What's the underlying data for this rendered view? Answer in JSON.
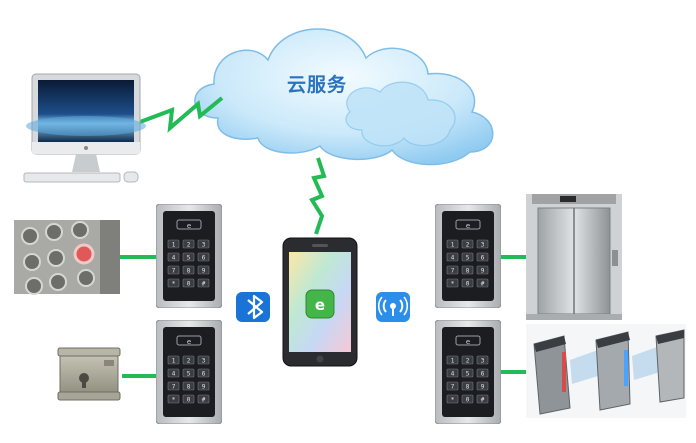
{
  "cloud": {
    "label": "云服务"
  },
  "colors": {
    "link_green": "#22bb55",
    "cloud_light": "#d9effb",
    "cloud_mid": "#9fd3f3",
    "label_blue": "#2a73bf",
    "bluetooth_blue": "#1a73d6",
    "wireless_blue": "#2b8ee8"
  },
  "icons": {
    "bluetooth": "bluetooth-icon",
    "wireless": "wireless-icon",
    "app": "phone-app-icon"
  },
  "reader_keys": [
    "1",
    "2",
    "3",
    "4",
    "5",
    "6",
    "7",
    "8",
    "9",
    "*",
    "0",
    "#"
  ]
}
